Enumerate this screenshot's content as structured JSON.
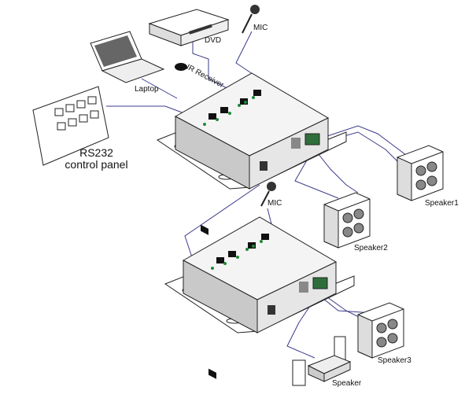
{
  "labels": {
    "dvd": "DVD",
    "mic_top": "MIC",
    "ir_receiver": "IR Receiver",
    "laptop": "Laptop",
    "rs232_line1": "RS232",
    "rs232_line2": "control panel",
    "speaker1": "Speaker1",
    "speaker2": "Speaker2",
    "speaker3": "Speaker3",
    "speaker": "Speaker",
    "mic_bottom": "MIC"
  },
  "colors": {
    "cable": "#3b3b8c",
    "led": "#1e8a3a",
    "outline": "#222222"
  }
}
